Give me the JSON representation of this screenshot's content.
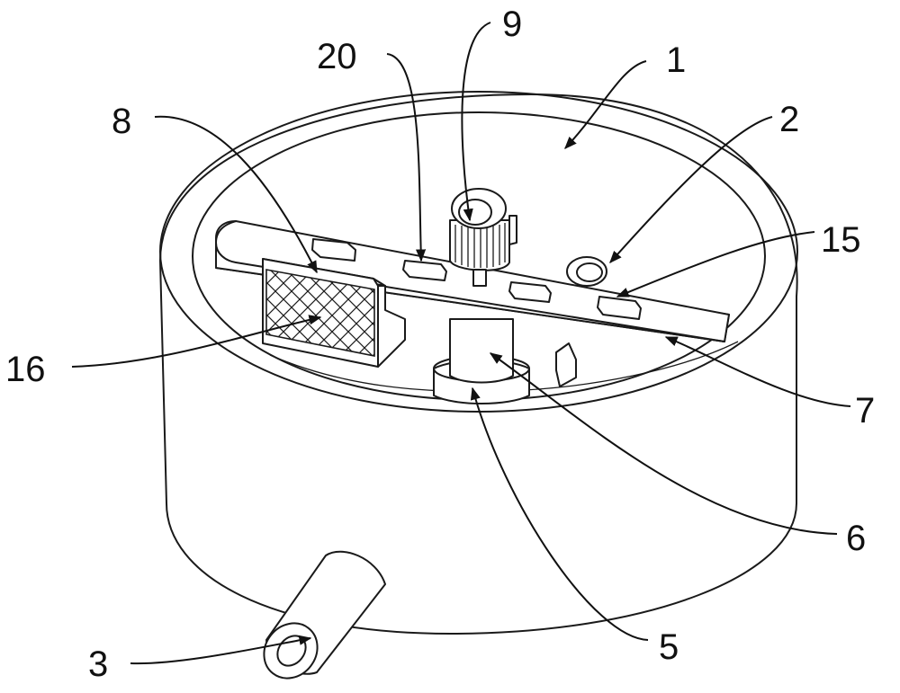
{
  "labels": {
    "l1": "1",
    "l2": "2",
    "l3": "3",
    "l5": "5",
    "l6": "6",
    "l7": "7",
    "l8": "8",
    "l9": "9",
    "l15": "15",
    "l16": "16",
    "l20": "20"
  }
}
